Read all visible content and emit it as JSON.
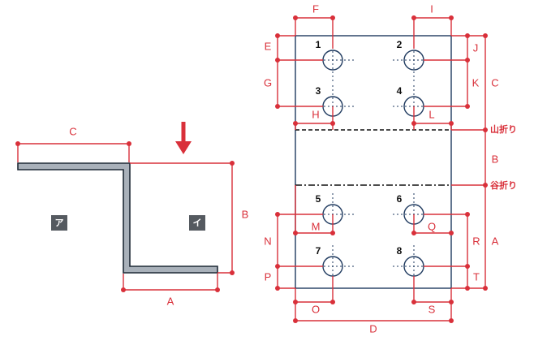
{
  "side_view": {
    "labels": {
      "C": "C",
      "A": "A",
      "B": "B"
    },
    "region_a": "ア",
    "region_b": "イ"
  },
  "plate": {
    "fold_mountain": "山折り",
    "fold_valley": "谷折り",
    "holes": [
      "1",
      "2",
      "3",
      "4",
      "5",
      "6",
      "7",
      "8"
    ],
    "dims": {
      "F": "F",
      "I": "I",
      "E": "E",
      "G": "G",
      "H": "H",
      "J": "J",
      "K": "K",
      "L": "L",
      "C": "C",
      "B": "B",
      "M": "M",
      "Q": "Q",
      "N": "N",
      "P": "P",
      "R": "R",
      "T": "T",
      "A": "A",
      "O": "O",
      "S": "S",
      "D": "D"
    }
  },
  "colors": {
    "dimension": "#d9303a",
    "outline": "#1f3a5f",
    "profile_fill": "#a9b1ba",
    "label_box": "#555a60"
  }
}
